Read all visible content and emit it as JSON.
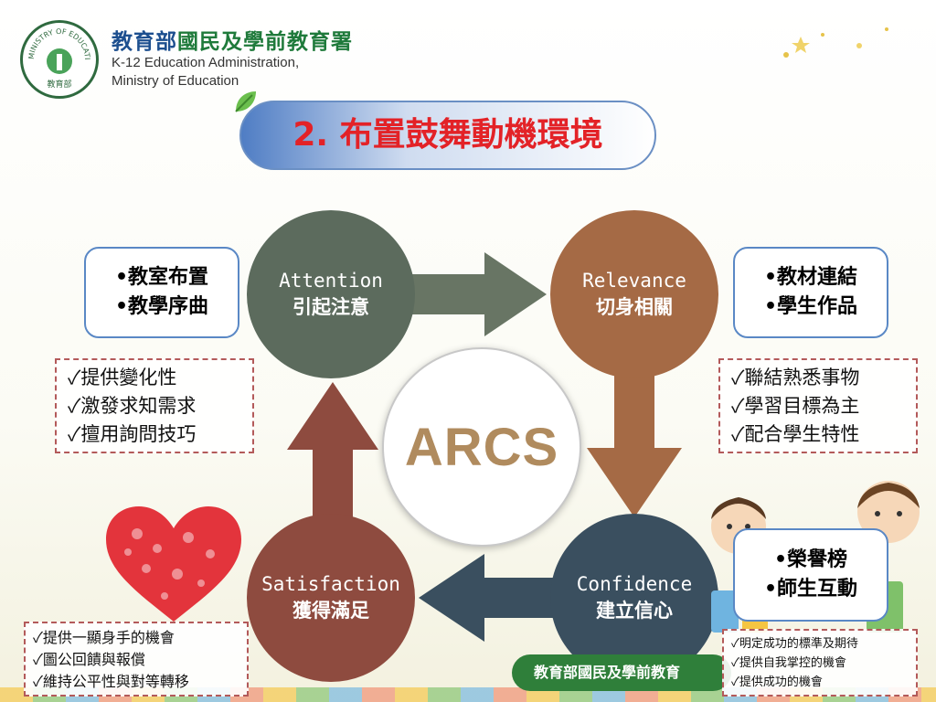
{
  "header": {
    "org_name_part1": "教育部",
    "org_name_part2": "國民及學前教育署",
    "org_en_line1": "K-12 Education Administration,",
    "org_en_line2": "Ministry of Education",
    "seal_text": "MINISTRY OF EDUCATION",
    "seal_zh": "教育部"
  },
  "title": "2. 布置鼓舞動機環境",
  "center_label": "ARCS",
  "circles": {
    "attention": {
      "en": "Attention",
      "zh": "引起注意"
    },
    "relevance": {
      "en": "Relevance",
      "zh": "切身相關"
    },
    "confidence": {
      "en": "Confidence",
      "zh": "建立信心"
    },
    "satisfaction": {
      "en": "Satisfaction",
      "zh": "獲得滿足"
    }
  },
  "boxes": {
    "left_top": [
      "•教室布置",
      "•教學序曲"
    ],
    "right_top": [
      "•教材連結",
      "•學生作品"
    ],
    "right_bottom": [
      "•榮譽榜",
      "•師生互動"
    ]
  },
  "checklists": {
    "attention": [
      "✓提供變化性",
      "✓激發求知需求",
      "✓擅用詢問技巧"
    ],
    "relevance": [
      "✓聯結熟悉事物",
      "✓學習目標為主",
      "✓配合學生特性"
    ],
    "satisfaction": [
      "✓提供一顯身手的機會",
      "✓圖公回饋與報償",
      "✓維持公平性與對等轉移"
    ],
    "confidence": [
      "✓明定成功的標準及期待",
      "✓提供自我掌控的機會",
      "✓提供成功的機會"
    ]
  },
  "bottom_banner": "教育部國民及學前教育",
  "colors": {
    "attention": "#5c6b5d",
    "relevance": "#a56a45",
    "confidence": "#3a4f5f",
    "satisfaction": "#8e4b3f",
    "title": "#e32227",
    "arcs": "#b08b5e"
  }
}
